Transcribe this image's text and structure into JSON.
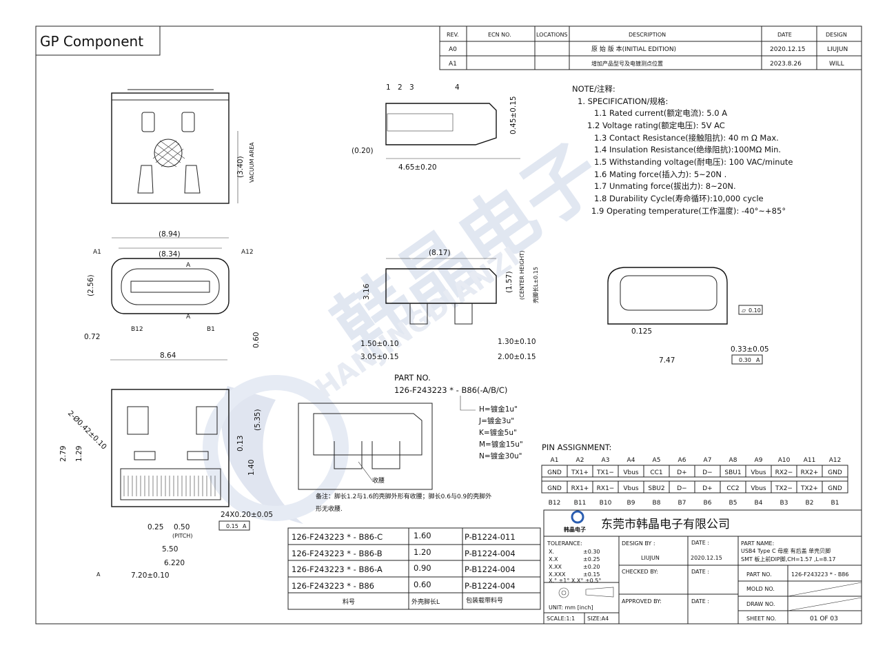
{
  "header": {
    "title": "GP Component"
  },
  "revision_table": {
    "headers": [
      "REV.",
      "ECN NO.",
      "LOCATIONS",
      "DESCRIPTION",
      "DATE",
      "DESIGN"
    ],
    "rows": [
      {
        "rev": "A0",
        "ecn": "",
        "locations": "",
        "description": "原 始 版 本(INITIAL EDITION)",
        "date": "2020.12.15",
        "design": "LIUJUN"
      },
      {
        "rev": "A1",
        "ecn": "",
        "locations": "",
        "description": "增加产品型号及电镀测点位置",
        "date": "2023.8.26",
        "design": "WILL"
      }
    ]
  },
  "notes": {
    "title": "NOTE/注释:",
    "spec_title": "1. SPECIFICATION/规格:",
    "items": [
      "1.1   Rated current(额定电流): 5.0 A",
      "1.2 Voltage rating(额定电压): 5V AC",
      "1.3   Contact Resistance(接触阻抗): 40 m Ω Max.",
      "1.4   Insulation Resistance(绝缘阻抗):100MΩ Min.",
      "1.5   Withstanding voltage(耐电压): 100 VAC/minute",
      "1.6   Mating force(插入力): 5~20N .",
      "1.7   Unmating force(拔出力): 8~20N.",
      "1.8   Durability Cycle(寿命循环):10,000  cycle",
      "1.9 Operating temperature(工作温度): -40°~+85°"
    ]
  },
  "dimensions": {
    "top_view": {
      "vacuum": "(3.40)",
      "vacuum_label": "VACUUM AREA"
    },
    "side_view": {
      "callouts": [
        "1",
        "2",
        "3",
        "4"
      ],
      "d1": "0.45±0.15",
      "d2": "(0.20)",
      "d3": "4.65±0.20"
    },
    "front_view": {
      "w1": "(8.94)",
      "w2": "(8.34)",
      "a1": "A1",
      "a12": "A12",
      "b12": "B12",
      "b1": "B1",
      "sec": "A",
      "sec2": "A",
      "h1": "(2.56)",
      "d072": "0.72",
      "d864": "8.64",
      "d060": "0.60"
    },
    "side2_view": {
      "w": "(8.17)",
      "h": "3.16",
      "ch": "(1.57)",
      "ch_label": "(CENTER HEIGHT)",
      "shell": "壳脚长L±0.15",
      "d150": "1.50±0.10",
      "d305": "3.05±0.15",
      "d130": "1.30±0.10",
      "d200": "2.00±0.15"
    },
    "end_view": {
      "flat": "0.10",
      "d0125": "0.125",
      "d747": "7.47",
      "d033": "0.33±0.05",
      "pos": "0.30",
      "pos_ref": "A"
    },
    "pcb_view": {
      "holes": "2-Ø0.42±0.10",
      "h279": "2.79",
      "h129": "1.29",
      "h535": "(5.35)",
      "h013": "0.13",
      "h140": "1.40",
      "pins": "24X0.20±0.05",
      "pos": "0.15",
      "pos_ref": "A",
      "d025": "0.25",
      "d050": "0.50",
      "pitch": "(PITCH)",
      "d550": "5.50",
      "d622": "6.220",
      "d720": "7.20±0.10",
      "datum": "A"
    }
  },
  "part_no": {
    "title": "PART NO.",
    "code": "126-F243223  *  - B86(-A/B/C)",
    "options": [
      "H=镀金1u\"",
      "J=镀金3u\"",
      "K=镀金5u\"",
      "M=镀金15u\"",
      "N=镀金30u\""
    ]
  },
  "detail": {
    "label": "收腰",
    "remark_1": "备注：脚长1.2与1.6的壳脚外形有收腰；脚长0.6与0.9的壳脚外",
    "remark_2": "形无收腰."
  },
  "variant_table": {
    "rows": [
      [
        "126-F243223  *  - B86-C",
        "1.60",
        "P-B1224-011"
      ],
      [
        "126-F243223  *  - B86-B",
        "1.20",
        "P-B1224-004"
      ],
      [
        "126-F243223  *  - B86-A",
        "0.90",
        "P-B1224-004"
      ],
      [
        "126-F243223  *  - B86",
        "0.60",
        "P-B1224-004"
      ]
    ],
    "footer": [
      "料号",
      "外壳脚长L",
      "包装载带料号"
    ]
  },
  "pin_assignment": {
    "title": "PIN ASSIGNMENT:",
    "top_labels": [
      "A1",
      "A2",
      "A3",
      "A4",
      "A5",
      "A6",
      "A7",
      "A8",
      "A9",
      "A10",
      "A11",
      "A12"
    ],
    "top_signals": [
      "GND",
      "TX1+",
      "TX1−",
      "Vbus",
      "CC1",
      "D+",
      "D−",
      "SBU1",
      "Vbus",
      "RX2−",
      "RX2+",
      "GND"
    ],
    "bottom_signals": [
      "GND",
      "RX1+",
      "RX1−",
      "Vbus",
      "SBU2",
      "D−",
      "D+",
      "CC2",
      "Vbus",
      "TX2−",
      "TX2+",
      "GND"
    ],
    "bottom_labels": [
      "B12",
      "B11",
      "B10",
      "B9",
      "B8",
      "B7",
      "B6",
      "B5",
      "B4",
      "B3",
      "B2",
      "B1"
    ]
  },
  "title_block": {
    "logo_text": "韩晶电子",
    "company": "东莞市韩晶电子有限公司",
    "tolerance_title": "TOLERANCE:",
    "tolerances": [
      [
        "X.",
        "±0.30"
      ],
      [
        "X.X",
        "±0.25"
      ],
      [
        "X.XX",
        "±0.20"
      ],
      [
        "X.XXX",
        "±0.15"
      ]
    ],
    "angle_tol": "X.° ±1°      X.X° ±0.5°",
    "unit": "UNIT:     mm [inch]",
    "scale": "SCALE:1:1",
    "size": "SIZE:A4",
    "design_by_label": "DESIGN BY :",
    "design_by": "LIUJUN",
    "date_label": "DATE :",
    "design_date": "2020.12.15",
    "checked_by_label": "CHECKED BY:",
    "approved_by_label": "APPROVED BY:",
    "part_name_label": "PART NAME:",
    "part_name_1": "USB4 Type C  母座 有后盖 单壳贝脚",
    "part_name_2": "SMT 板上前DIP脚,CH=1.57 ,L=8.17",
    "part_no_label": "PART NO.",
    "part_no": "126-F243223  *  - B86",
    "mold_no_label": "MOLD NO.",
    "draw_no_label": "DRAW NO.",
    "sheet_no_label": "SHEET NO.",
    "sheet_no": "01 OF 03"
  },
  "watermark": {
    "text": "韩晶电子",
    "latin": "HANJINGDIANZI",
    "color": "#c9d3e6"
  }
}
